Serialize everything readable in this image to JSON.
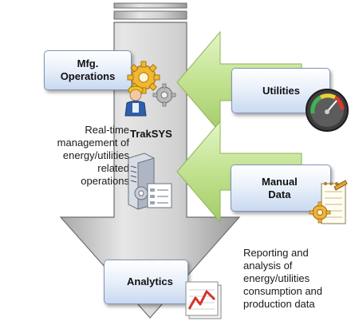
{
  "diagram": {
    "boxes": {
      "mfg_operations": [
        "Mfg.",
        "Operations"
      ],
      "utilities": "Utilities",
      "manual_data": [
        "Manual",
        "Data"
      ],
      "analytics": "Analytics"
    },
    "center_label": "TrakSYS",
    "notes": {
      "left": [
        "Real-time",
        "management of",
        "energy/utilities",
        "related",
        "operations"
      ],
      "bottom_right": [
        "Reporting and",
        "analysis of",
        "energy/utilities",
        "consumption and",
        "production data"
      ]
    },
    "colors": {
      "main_arrow": "#c9c9c9",
      "input_arrows": "#c7e79a",
      "box_fill": "#dce7f6",
      "box_border": "#7d95b8"
    },
    "icons": [
      "gears-worker-icon",
      "gauge-icon",
      "server-icon",
      "notepad-gear-icon",
      "chart-icon"
    ]
  }
}
